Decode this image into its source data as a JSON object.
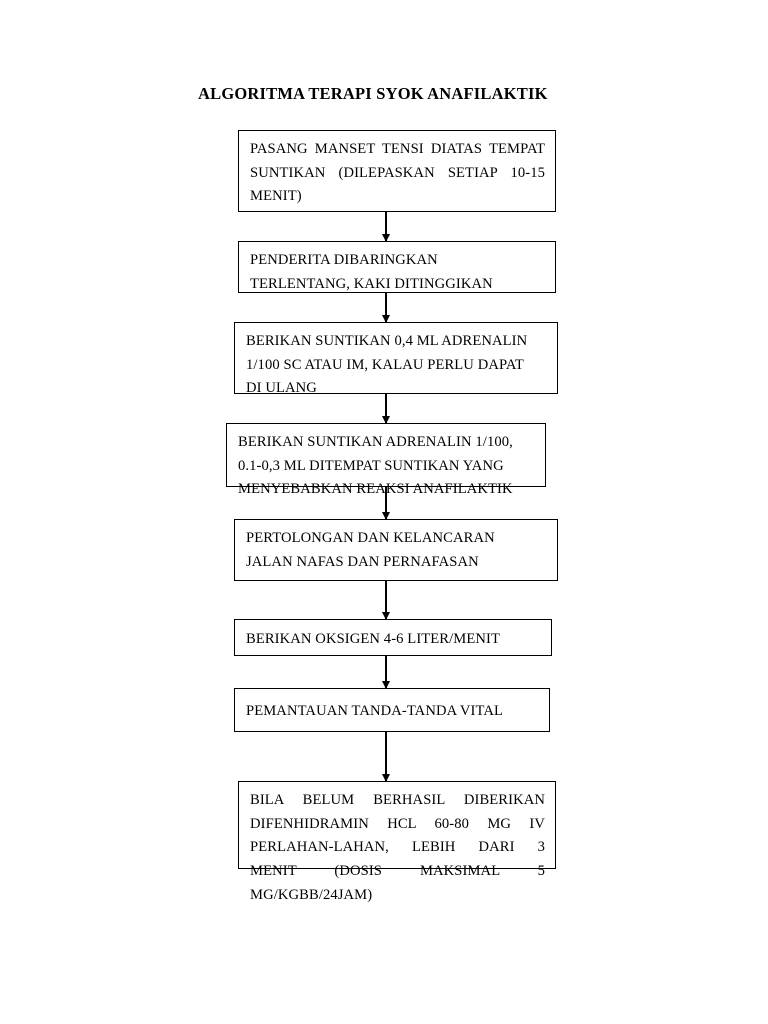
{
  "document": {
    "title": "ALGORITMA TERAPI SYOK ANAFILAKTIK"
  },
  "diagram": {
    "type": "flowchart",
    "orientation": "vertical",
    "connector": "arrow-down",
    "steps": [
      {
        "id": "step-1",
        "lines": [
          "PASANG MANSET TENSI DIATAS TEMPAT",
          "SUNTIKAN  (DILEPASKAN  SETIAP  10-15",
          "MENIT)"
        ]
      },
      {
        "id": "step-2",
        "lines": [
          "PENDERITA DIBARINGKAN",
          "TERLENTANG, KAKI DITINGGIKAN"
        ]
      },
      {
        "id": "step-3",
        "lines": [
          "BERIKAN SUNTIKAN 0,4 ML ADRENALIN",
          "1/100 SC ATAU IM, KALAU PERLU DAPAT",
          "DI ULANG"
        ]
      },
      {
        "id": "step-4",
        "lines": [
          "BERIKAN SUNTIKAN ADRENALIN 1/100,",
          "0.1-0,3 ML DITEMPAT SUNTIKAN YANG",
          "MENYEBABKAN REAKSI ANAFILAKTIK"
        ]
      },
      {
        "id": "step-5",
        "lines": [
          "PERTOLONGAN DAN KELANCARAN",
          "JALAN NAFAS DAN PERNAFASAN"
        ]
      },
      {
        "id": "step-6",
        "lines": [
          "BERIKAN OKSIGEN 4-6 LITER/MENIT"
        ]
      },
      {
        "id": "step-7",
        "lines": [
          "PEMANTAUAN TANDA-TANDA VITAL"
        ]
      },
      {
        "id": "step-8",
        "lines": [
          "BILA  BELUM  BERHASIL  DIBERIKAN",
          "DIFENHIDRAMIN  HCL  60-80  MG  IV",
          "PERLAHAN-LAHAN,  LEBIH  DARI  3",
          "MENIT  (DOSIS  MAKSIMAL  5",
          "MG/KGBB/24JAM)"
        ]
      }
    ]
  }
}
